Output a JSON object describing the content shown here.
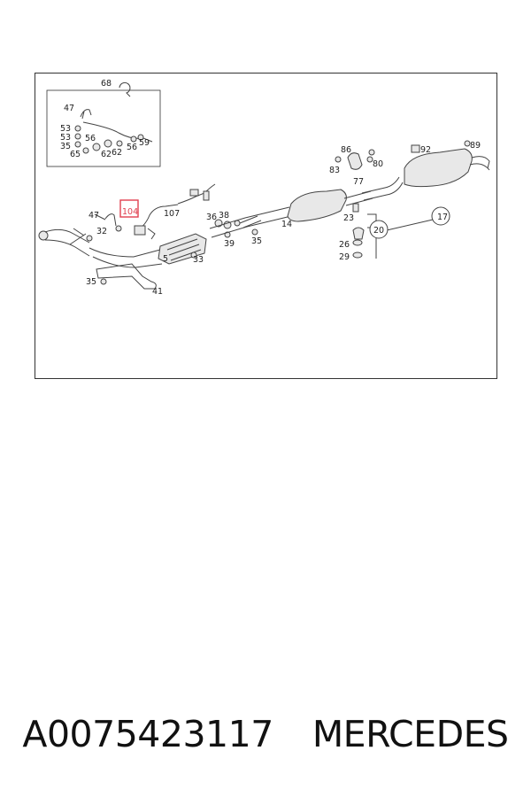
{
  "diagram": {
    "labels": {
      "l68": "68",
      "l47a": "47",
      "l53a": "53",
      "l53b": "53",
      "l56a": "56",
      "l35a": "35",
      "l65": "65",
      "l62a": "62",
      "l62b": "62",
      "l56b": "56",
      "l59": "59",
      "l86": "86",
      "l83": "83",
      "l80": "80",
      "l77": "77",
      "l92": "92",
      "l89": "89",
      "l47b": "47",
      "l104": "104",
      "l107": "107",
      "l32": "32",
      "l36": "36",
      "l38": "38",
      "l39": "39",
      "l35b": "35",
      "l14": "14",
      "l23": "23",
      "l20": "20",
      "l17": "17",
      "l26": "26",
      "l29": "29",
      "l5": "5",
      "l33": "33",
      "l35c": "35",
      "l41": "41"
    },
    "highlight_color": "#e04050"
  },
  "caption": {
    "part_number": "A0075423117",
    "brand": "MERCEDES"
  }
}
